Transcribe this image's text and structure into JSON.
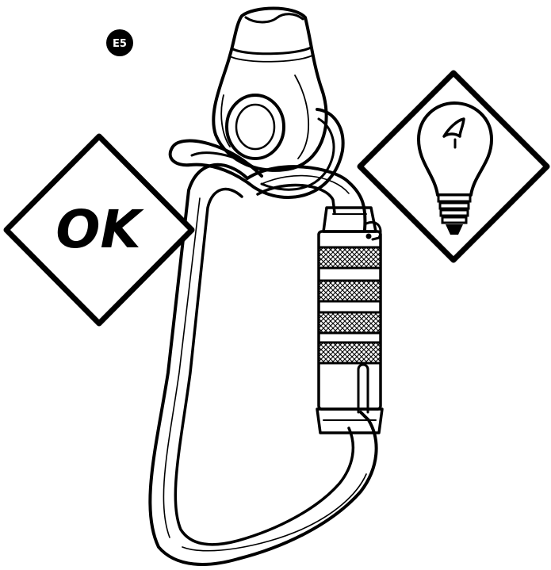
{
  "figure": {
    "step_badge": "E5",
    "ok_sign": "OK",
    "tip_sign_icon": "lightbulb-icon",
    "subject": "carabiner-with-rope-eye",
    "colors": {
      "ink": "#000000",
      "paper": "#ffffff",
      "badge_fill": "#000000",
      "badge_text": "#ffffff"
    }
  }
}
